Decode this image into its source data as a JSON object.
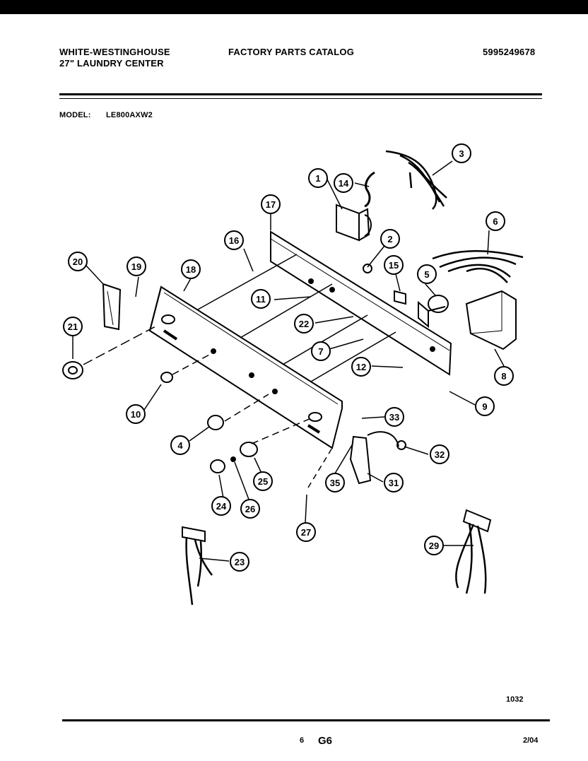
{
  "header": {
    "brand_line1": "WHITE-WESTINGHOUSE",
    "brand_line2": "27\" LAUNDRY CENTER",
    "catalog_title": "FACTORY PARTS CATALOG",
    "catalog_number": "5995249678",
    "model_label": "MODEL:",
    "model_value": "LE800AXW2"
  },
  "callouts": [
    "1",
    "2",
    "3",
    "4",
    "5",
    "6",
    "7",
    "8",
    "9",
    "10",
    "11",
    "12",
    "14",
    "15",
    "16",
    "17",
    "18",
    "19",
    "20",
    "21",
    "22",
    "23",
    "24",
    "25",
    "26",
    "27",
    "29",
    "31",
    "32",
    "33",
    "35"
  ],
  "footer": {
    "figure_code": "1032",
    "page_number": "6",
    "section_code": "G6",
    "date": "2/04"
  }
}
